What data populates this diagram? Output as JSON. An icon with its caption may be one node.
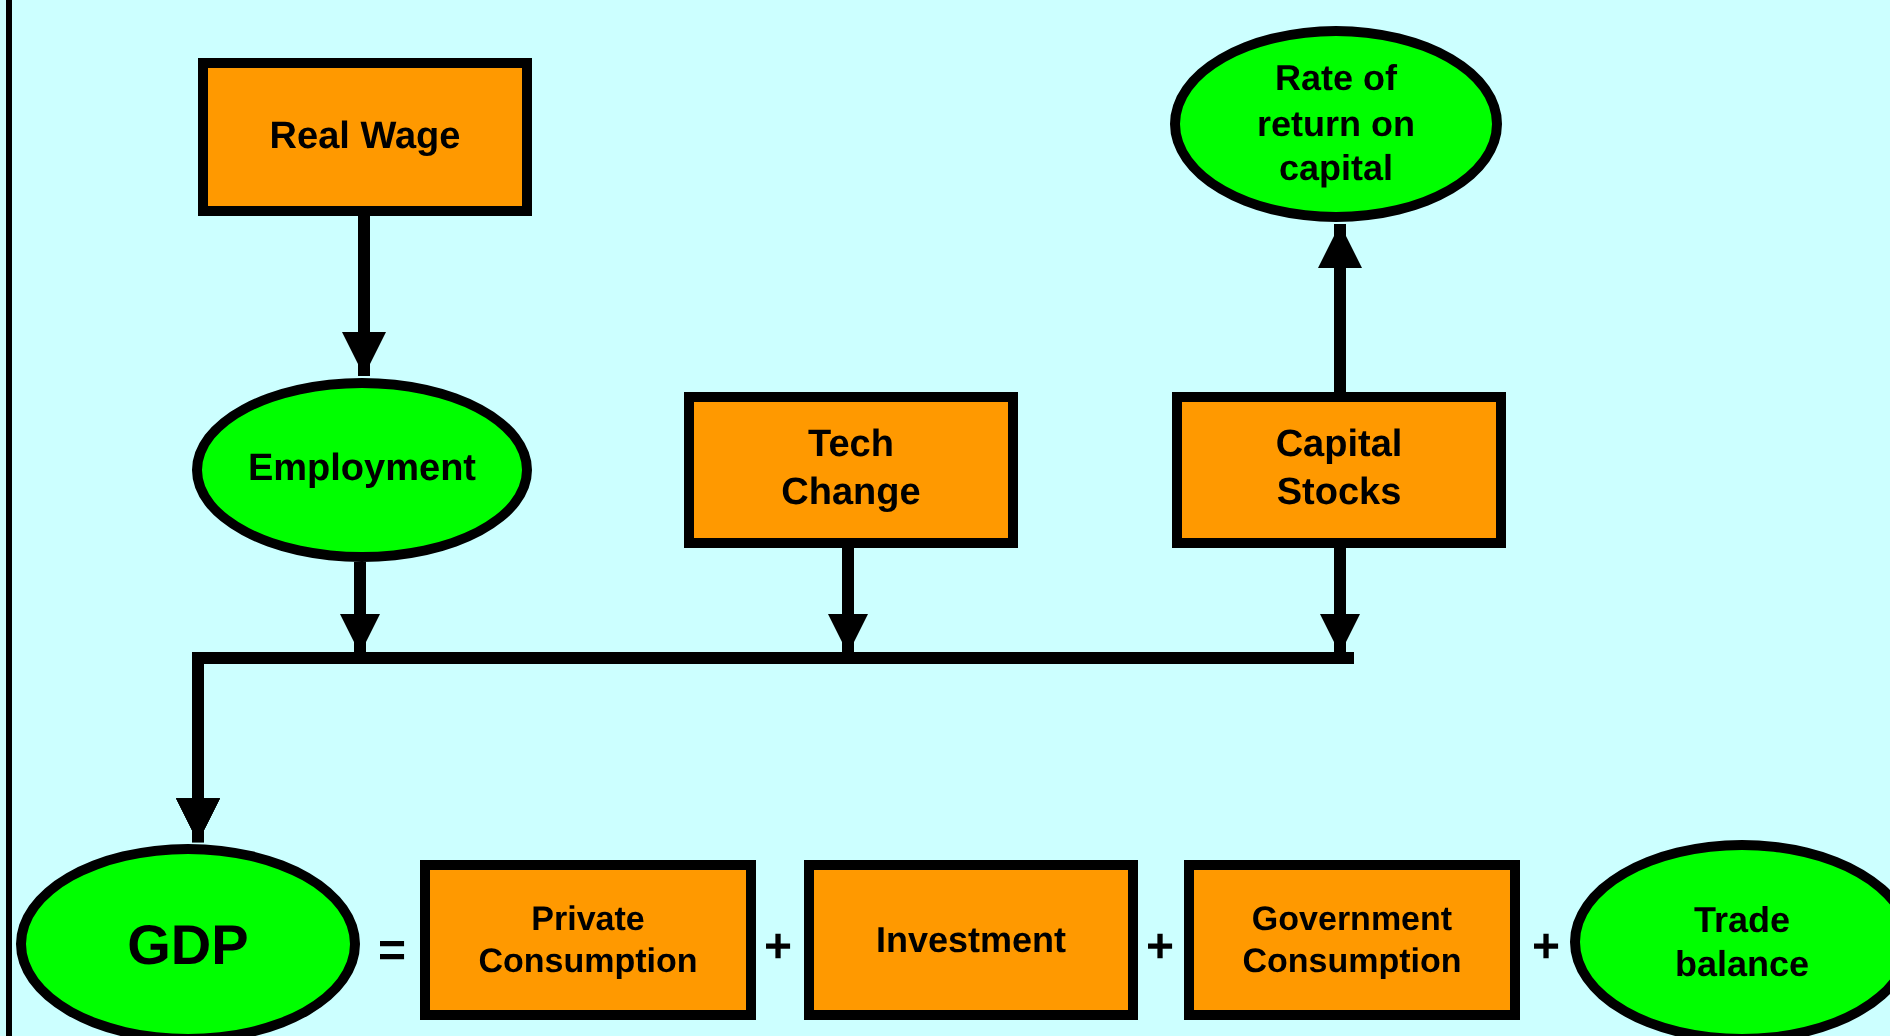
{
  "diagram": {
    "nodes": [
      {
        "text": [
          "Real Wage"
        ]
      },
      {
        "text": [
          "Rate of return on capital"
        ]
      },
      {
        "text": [
          "Employment"
        ]
      },
      {
        "text": [
          "Tech Change"
        ]
      },
      {
        "text": [
          "Capital Stocks"
        ]
      },
      {
        "text": [
          "GDP"
        ]
      },
      {
        "text": [
          "Private Consumption"
        ]
      },
      {
        "text": [
          "Investment"
        ]
      },
      {
        "text": [
          "Government Consumption"
        ]
      },
      {
        "text": [
          "Trade balance"
        ]
      }
    ],
    "edges": [
      {
        "from": 0,
        "to": 2,
        "arrow": "to"
      },
      {
        "from": 2,
        "to": 5,
        "arrow": "to"
      },
      {
        "from": 3,
        "to": 5,
        "arrow": "to"
      },
      {
        "from": 4,
        "to": 5,
        "arrow": "to"
      },
      {
        "from": 4,
        "to": 1,
        "arrow": "to"
      }
    ],
    "labels": [
      "=",
      "+",
      "+",
      "+"
    ]
  }
}
